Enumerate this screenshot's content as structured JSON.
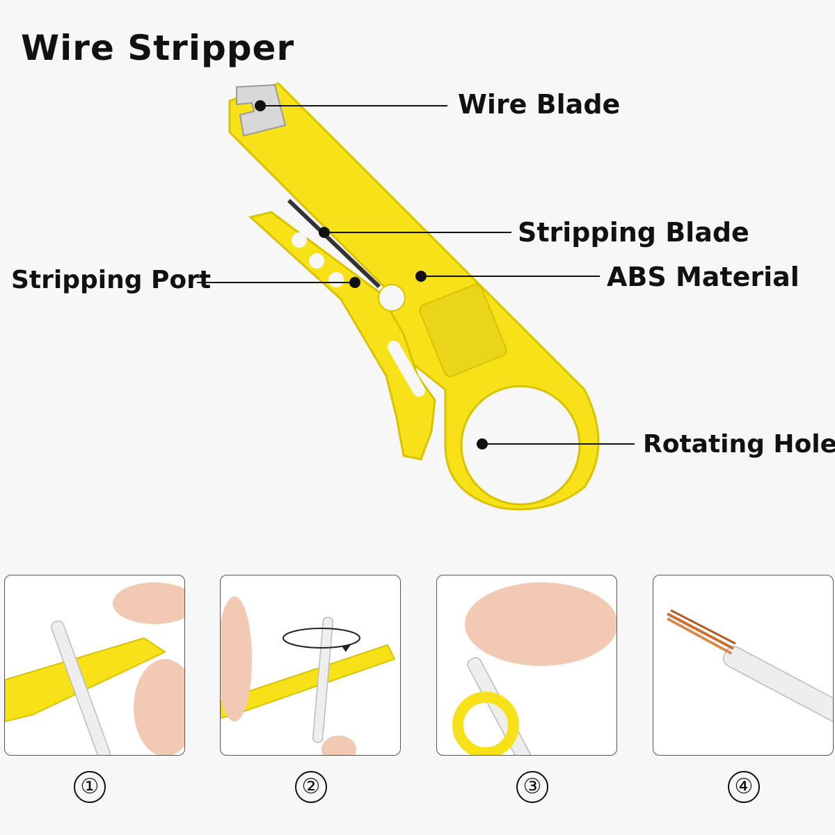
{
  "title": "Wire Stripper",
  "callouts": {
    "wire_blade": "Wire Blade",
    "stripping_blade": "Stripping Blade",
    "abs_material": "ABS Material",
    "stripping_port": "Stripping Port",
    "rotating_hole": "Rotating Hole"
  },
  "steps": [
    "①",
    "②",
    "③",
    "④"
  ],
  "colors": {
    "tool_yellow": "#f7e21a",
    "tool_edge": "#d9c200",
    "blade_metal": "#d8d8d8",
    "background": "#f7f7f7",
    "text": "#111111"
  }
}
